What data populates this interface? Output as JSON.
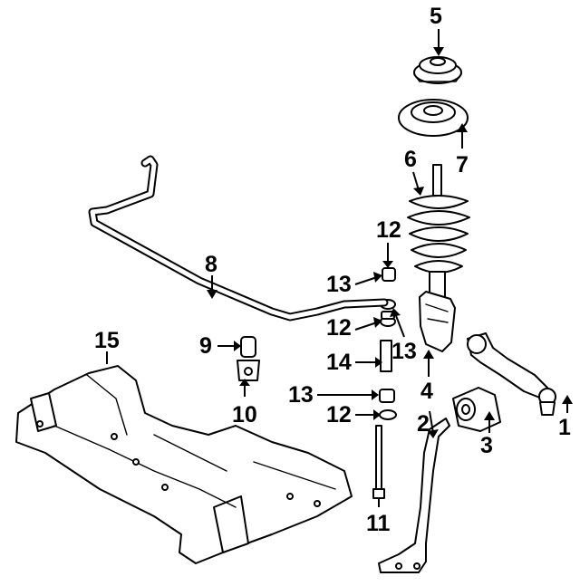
{
  "diagram": {
    "callouts": [
      {
        "id": "1",
        "text": "1"
      },
      {
        "id": "2",
        "text": "2"
      },
      {
        "id": "3",
        "text": "3"
      },
      {
        "id": "4",
        "text": "4"
      },
      {
        "id": "5",
        "text": "5"
      },
      {
        "id": "6",
        "text": "6"
      },
      {
        "id": "7",
        "text": "7"
      },
      {
        "id": "8",
        "text": "8"
      },
      {
        "id": "9",
        "text": "9"
      },
      {
        "id": "10",
        "text": "10"
      },
      {
        "id": "11",
        "text": "11"
      },
      {
        "id": "12a",
        "text": "12"
      },
      {
        "id": "12b",
        "text": "12"
      },
      {
        "id": "12c",
        "text": "12"
      },
      {
        "id": "13a",
        "text": "13"
      },
      {
        "id": "13b",
        "text": "13"
      },
      {
        "id": "13c",
        "text": "13"
      },
      {
        "id": "14",
        "text": "14"
      },
      {
        "id": "15",
        "text": "15"
      }
    ]
  }
}
